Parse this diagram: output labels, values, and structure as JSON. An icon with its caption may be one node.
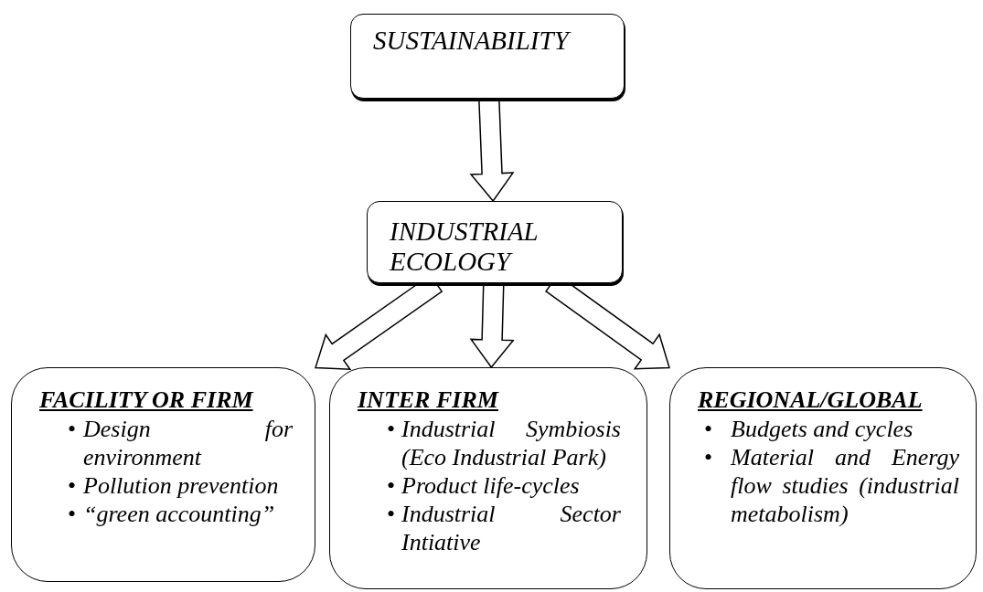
{
  "diagram": {
    "nodes": [
      {
        "text": [
          "SUSTAINABILITY"
        ]
      },
      {
        "text": [
          "INDUSTRIAL ECOLOGY"
        ]
      },
      {
        "text": [
          "FACILITY OR FIRM",
          "• Design for environment",
          "• Pollution prevention",
          "• “green accounting”"
        ]
      },
      {
        "text": [
          "INTER FIRM",
          "• Industrial Symbiosis (Eco Industrial Park)",
          "• Product life-cycles",
          "• Industrial Sector Intiative"
        ]
      },
      {
        "text": [
          "REGIONAL/GLOBAL",
          "• Budgets and cycles",
          "• Material and Energy flow studies (industrial metabolism)"
        ]
      }
    ],
    "edges": [
      {
        "from": 0,
        "to": 1,
        "arrow": "to"
      },
      {
        "from": 1,
        "to": 2,
        "arrow": "to"
      },
      {
        "from": 1,
        "to": 3,
        "arrow": "to"
      },
      {
        "from": 1,
        "to": 4,
        "arrow": "to"
      }
    ]
  }
}
